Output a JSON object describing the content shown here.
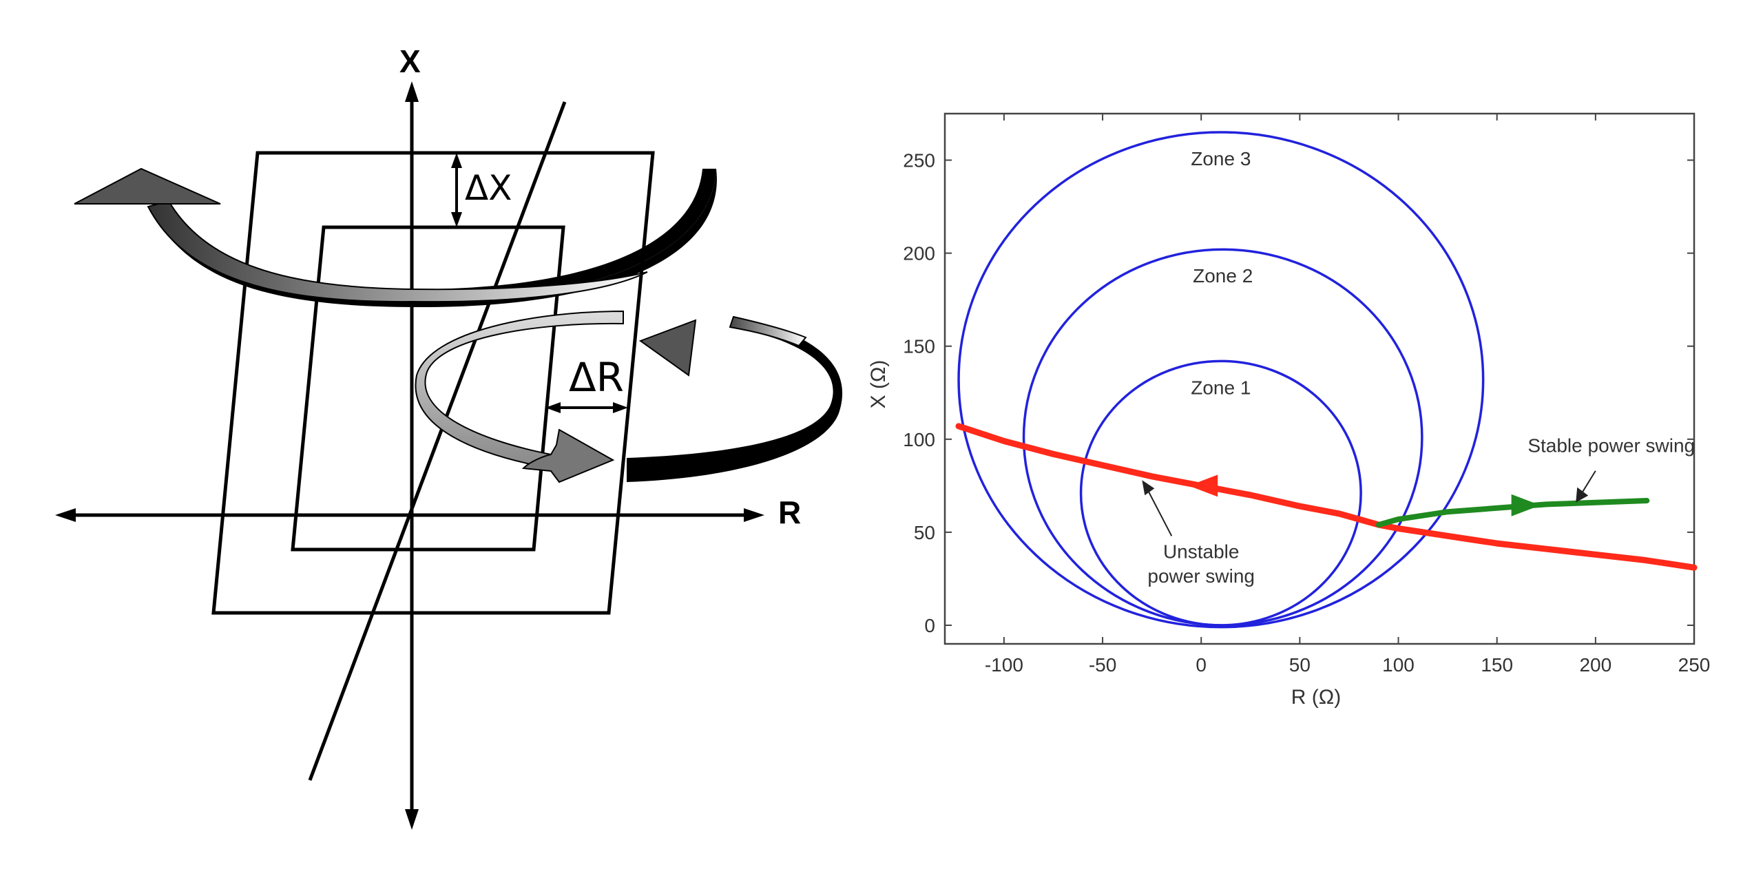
{
  "diagram": {
    "axis_x_label": "X",
    "axis_r_label": "R",
    "delta_x_label": "ΔX",
    "delta_r_label": "ΔR"
  },
  "chart_data": {
    "type": "line",
    "xlabel": "R (Ω)",
    "ylabel": "X (Ω)",
    "xlim": [
      -130,
      250
    ],
    "ylim": [
      -10,
      275
    ],
    "xticks": [
      -100,
      -50,
      0,
      50,
      100,
      150,
      200,
      250
    ],
    "yticks": [
      0,
      50,
      100,
      150,
      200,
      250
    ],
    "zones": [
      {
        "name": "Zone 3",
        "center": [
          10,
          132
        ],
        "radius": 133
      },
      {
        "name": "Zone 2",
        "center": [
          11,
          101
        ],
        "radius": 101
      },
      {
        "name": "Zone 1",
        "center": [
          10,
          71
        ],
        "radius": 71
      }
    ],
    "series": [
      {
        "name": "Unstable power swing",
        "color": "#ff2a1a",
        "points": [
          [
            -123,
            107
          ],
          [
            -100,
            99
          ],
          [
            -75,
            92
          ],
          [
            -50,
            86
          ],
          [
            -25,
            80
          ],
          [
            0,
            75
          ],
          [
            25,
            70
          ],
          [
            50,
            64
          ],
          [
            70,
            60
          ],
          [
            80,
            57
          ],
          [
            90,
            54
          ],
          [
            100,
            52
          ],
          [
            125,
            48
          ],
          [
            150,
            44
          ],
          [
            175,
            41
          ],
          [
            200,
            38
          ],
          [
            225,
            35
          ],
          [
            250,
            31
          ]
        ],
        "direction": "leftward"
      },
      {
        "name": "Stable power swing",
        "color": "#1f8a1f",
        "points": [
          [
            90,
            54
          ],
          [
            100,
            57
          ],
          [
            125,
            61
          ],
          [
            150,
            63
          ],
          [
            175,
            65
          ],
          [
            200,
            66
          ],
          [
            226,
            67
          ]
        ],
        "direction": "rightward"
      }
    ],
    "annotations": [
      {
        "text_lines": [
          "Unstable",
          "power swing"
        ],
        "target": [
          -30,
          78
        ]
      },
      {
        "text_lines": [
          "Stable power swing"
        ],
        "target": [
          190,
          66
        ]
      }
    ],
    "grid": false
  }
}
